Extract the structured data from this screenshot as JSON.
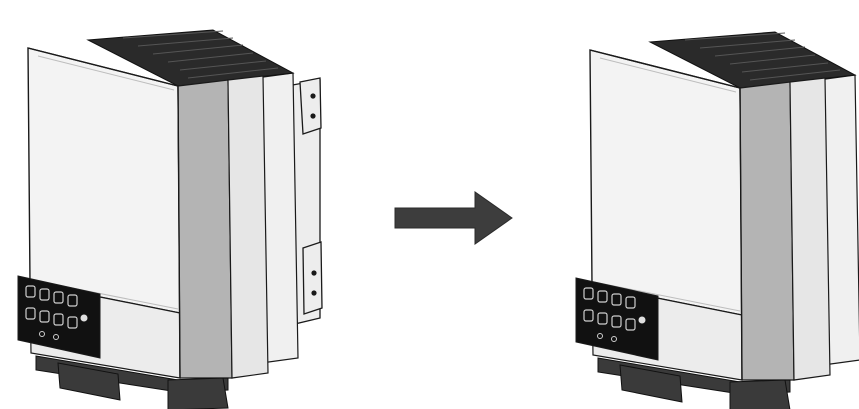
{
  "figure": {
    "type": "installation-step-illustration",
    "steps": [
      {
        "state": "before",
        "device": "inverter",
        "bracket": "wall-mounting-bracket",
        "bracket_visible": "full"
      },
      {
        "state": "after",
        "device": "inverter",
        "bracket": "wall-mounting-bracket",
        "bracket_visible": "partial"
      }
    ],
    "transition": {
      "icon": "arrow-right-icon",
      "direction": "right"
    },
    "keypad": {
      "rows": 2,
      "keys_per_row": 4,
      "indicator_dots": 2
    },
    "colors": {
      "outline": "#1a1a1a",
      "front_panel": "#f3f3f3",
      "side_panel": "#b4b4b4",
      "rear_panel": "#e6e6e6",
      "top_heatsink": "#2a2a2a",
      "bottom_heatsink": "#3a3a3a",
      "keypad": "#111111",
      "arrow": "#3d3d3d",
      "background": "#ffffff"
    }
  }
}
